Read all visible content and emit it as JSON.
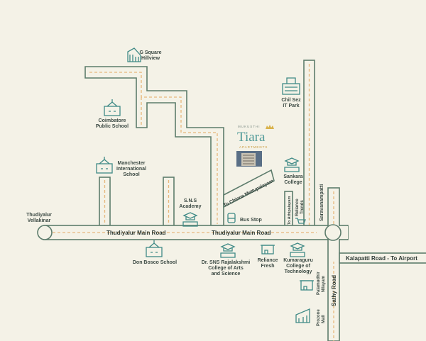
{
  "colors": {
    "background": "#f4f2e7",
    "road_outline": "#5d7c6c",
    "road_center_dash": "#e7b77c",
    "icon": "#3f8a86"
  },
  "project": {
    "brand": "MUKUSTHI",
    "name": "Tiara",
    "subtitle": "APARTMENTS"
  },
  "roads": {
    "main_left": "Thudiyalur Main Road",
    "main_right": "Thudiyalur Main Road",
    "diagonal": "To Chinna Mettupalayam",
    "athipalayam": "To Athipalayam",
    "saravanampatti": "Saravanampatti",
    "sathy": "Sathy Road",
    "kalapatti": "Kalapatti Road - To Airport"
  },
  "landmarks": [
    {
      "label": [
        "G Square",
        "Hillview"
      ],
      "icon": "building-icon"
    },
    {
      "label": [
        "Coimbatore",
        "Public School"
      ],
      "icon": "school-icon"
    },
    {
      "label": [
        "Manchester",
        "International",
        "School"
      ],
      "icon": "school-icon"
    },
    {
      "label": [
        "S.N.S",
        "Academy"
      ],
      "icon": "graduation-cap-icon"
    },
    {
      "label": [
        "Bus Stop"
      ],
      "icon": "bus-icon"
    },
    {
      "label": [
        "Chil Sez",
        "IT Park"
      ],
      "icon": "office-icon"
    },
    {
      "label": [
        "Sankara",
        "College"
      ],
      "icon": "graduation-cap-icon"
    },
    {
      "label": [
        "Reliance",
        "Trends"
      ],
      "icon": "cart-icon"
    },
    {
      "label": [
        "Thudiyalur",
        "Vellakinar"
      ],
      "icon": "roundabout-icon"
    },
    {
      "label": [
        "Don Bosco School"
      ],
      "icon": "school-icon"
    },
    {
      "label": [
        "Dr. SNS Rajalakshmi",
        "College of Arts",
        "and Science"
      ],
      "icon": "graduation-cap-icon"
    },
    {
      "label": [
        "Reliance",
        "Fresh"
      ],
      "icon": "store-icon"
    },
    {
      "label": [
        "Kumaraguru",
        "College of",
        "Technology"
      ],
      "icon": "graduation-cap-icon"
    },
    {
      "label": [
        "Palamudhir",
        "Nilayam"
      ],
      "icon": "store-icon"
    },
    {
      "label": [
        "Prozone",
        "Mall"
      ],
      "icon": "mall-icon"
    }
  ]
}
